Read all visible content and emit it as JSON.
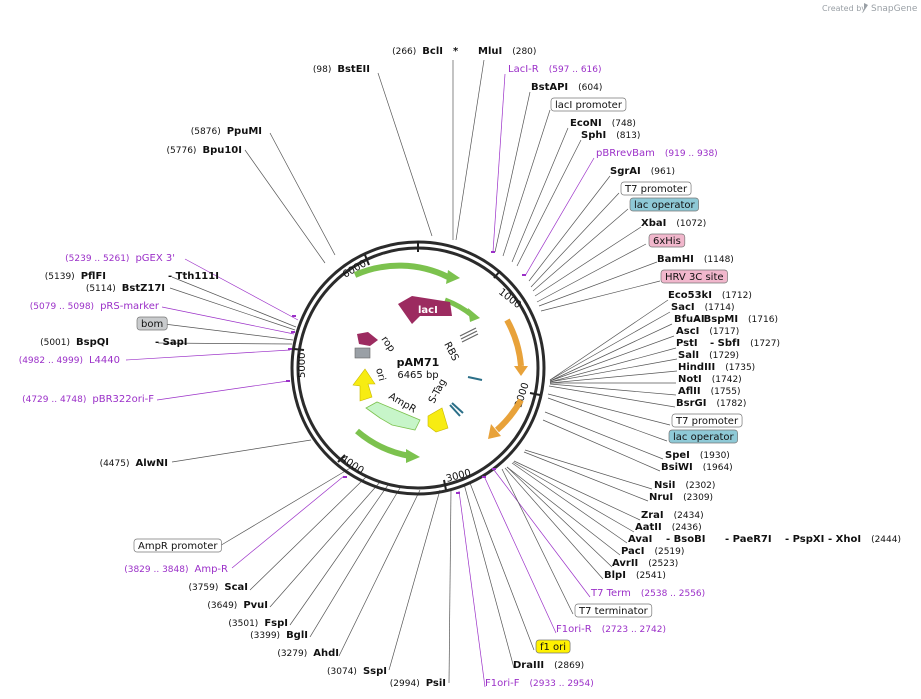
{
  "credit": {
    "prefix": "Created by",
    "brand": "SnapGene"
  },
  "plasmid": {
    "name": "pAM71",
    "length": "6465 bp"
  },
  "ticks": [
    "1000",
    "2000",
    "3000",
    "4000",
    "5000",
    "6000"
  ],
  "features": {
    "lacI": "lacI",
    "rop": "rop",
    "RBS": "RBS",
    "ori": "ori",
    "AmpR": "AmpR",
    "STag": "S-Tag"
  },
  "colors": {
    "lacI": "#9c2b60",
    "rop": "#9c2b60",
    "ampr": "#c7f5c9",
    "yellow": "#f7ec12",
    "orange": "#e8a23a",
    "green": "#7cc24e",
    "primer": "#9b30c8",
    "ori": "#fff200"
  },
  "labels_right": [
    {
      "name": "LacI-R",
      "pos": "(597 .. 616)",
      "kind": "primer"
    },
    {
      "name": "BstAPI",
      "pos": "(604)",
      "kind": "enzyme"
    },
    {
      "name": "lacI promoter",
      "pos": "",
      "kind": "box"
    },
    {
      "name": "EcoNI",
      "pos": "(748)",
      "kind": "enzyme"
    },
    {
      "name": "SphI",
      "pos": "(813)",
      "kind": "enzyme"
    },
    {
      "name": "pBRrevBam",
      "pos": "(919 .. 938)",
      "kind": "primer"
    },
    {
      "name": "SgrAI",
      "pos": "(961)",
      "kind": "enzyme"
    },
    {
      "name": "T7 promoter",
      "pos": "",
      "kind": "box"
    },
    {
      "name": "lac operator",
      "pos": "",
      "kind": "box-blue"
    },
    {
      "name": "XbaI",
      "pos": "(1072)",
      "kind": "enzyme"
    },
    {
      "name": "6xHis",
      "pos": "",
      "kind": "box-pink"
    },
    {
      "name": "BamHI",
      "pos": "(1148)",
      "kind": "enzyme"
    },
    {
      "name": "HRV 3C site",
      "pos": "",
      "kind": "box-pink"
    },
    {
      "name": "Eco53kI",
      "pos": "(1712)",
      "kind": "enzyme"
    },
    {
      "name": "SacI",
      "pos": "(1714)",
      "kind": "enzyme"
    },
    {
      "name": "BfuAI",
      "pos": "",
      "kind": "enzyme"
    },
    {
      "name": "- BspMI",
      "pos": "(1716)",
      "kind": "enzyme"
    },
    {
      "name": "AscI",
      "pos": "(1717)",
      "kind": "enzyme"
    },
    {
      "name": "PstI",
      "pos": "",
      "kind": "enzyme"
    },
    {
      "name": "- SbfI",
      "pos": "(1727)",
      "kind": "enzyme"
    },
    {
      "name": "SalI",
      "pos": "(1729)",
      "kind": "enzyme"
    },
    {
      "name": "HindIII",
      "pos": "(1735)",
      "kind": "enzyme"
    },
    {
      "name": "NotI",
      "pos": "(1742)",
      "kind": "enzyme"
    },
    {
      "name": "AflII",
      "pos": "(1755)",
      "kind": "enzyme"
    },
    {
      "name": "BsrGI",
      "pos": "(1782)",
      "kind": "enzyme"
    },
    {
      "name": "T7 promoter",
      "pos": "",
      "kind": "box"
    },
    {
      "name": "lac operator",
      "pos": "",
      "kind": "box-blue"
    },
    {
      "name": "SpeI",
      "pos": "(1930)",
      "kind": "enzyme"
    },
    {
      "name": "BsiWI",
      "pos": "(1964)",
      "kind": "enzyme"
    },
    {
      "name": "NsiI",
      "pos": "(2302)",
      "kind": "enzyme"
    },
    {
      "name": "NruI",
      "pos": "(2309)",
      "kind": "enzyme"
    },
    {
      "name": "ZraI",
      "pos": "(2434)",
      "kind": "enzyme"
    },
    {
      "name": "AatII",
      "pos": "(2436)",
      "kind": "enzyme"
    },
    {
      "name": "AvaI",
      "pos": "",
      "kind": "enzyme"
    },
    {
      "name": "- BsoBI",
      "pos": "",
      "kind": "enzyme"
    },
    {
      "name": "- PaeR7I",
      "pos": "",
      "kind": "enzyme"
    },
    {
      "name": "- PspXI",
      "pos": "",
      "kind": "enzyme"
    },
    {
      "name": "- XhoI",
      "pos": "(2444)",
      "kind": "enzyme"
    },
    {
      "name": "PacI",
      "pos": "(2519)",
      "kind": "enzyme"
    },
    {
      "name": "AvrII",
      "pos": "(2523)",
      "kind": "enzyme"
    },
    {
      "name": "BlpI",
      "pos": "(2541)",
      "kind": "enzyme"
    },
    {
      "name": "T7 Term",
      "pos": "(2538 .. 2556)",
      "kind": "primer"
    },
    {
      "name": "T7 terminator",
      "pos": "",
      "kind": "box"
    },
    {
      "name": "F1ori-R",
      "pos": "(2723 .. 2742)",
      "kind": "primer"
    },
    {
      "name": "f1 ori",
      "pos": "",
      "kind": "box-yellow"
    },
    {
      "name": "DraIII",
      "pos": "(2869)",
      "kind": "enzyme"
    },
    {
      "name": "F1ori-F",
      "pos": "(2933 .. 2954)",
      "kind": "primer"
    }
  ],
  "labels_left": [
    {
      "name": "BclI",
      "pos": "(266)",
      "kind": "enzyme"
    },
    {
      "name": "*",
      "pos": "",
      "kind": "enzyme"
    },
    {
      "name": "MluI",
      "pos": "(280)",
      "kind": "enzyme"
    },
    {
      "name": "BstEII",
      "pos": "(98)",
      "kind": "enzyme"
    },
    {
      "name": "PpuMI",
      "pos": "(5876)",
      "kind": "enzyme"
    },
    {
      "name": "Bpu10I",
      "pos": "(5776)",
      "kind": "enzyme"
    },
    {
      "name": "pGEX 3'",
      "pos": "(5239 .. 5261)",
      "kind": "primer"
    },
    {
      "name": "PflFI",
      "pos": "(5139)",
      "kind": "enzyme"
    },
    {
      "name": "- Tth111I",
      "pos": "",
      "kind": "enzyme"
    },
    {
      "name": "BstZ17I",
      "pos": "(5114)",
      "kind": "enzyme"
    },
    {
      "name": "pRS-marker",
      "pos": "(5079 .. 5098)",
      "kind": "primer"
    },
    {
      "name": "bom",
      "pos": "",
      "kind": "box-gray"
    },
    {
      "name": "BspQI",
      "pos": "(5001)",
      "kind": "enzyme"
    },
    {
      "name": "- SapI",
      "pos": "",
      "kind": "enzyme"
    },
    {
      "name": "L4440",
      "pos": "(4982 .. 4999)",
      "kind": "primer"
    },
    {
      "name": "pBR322ori-F",
      "pos": "(4729 .. 4748)",
      "kind": "primer"
    },
    {
      "name": "AlwNI",
      "pos": "(4475)",
      "kind": "enzyme"
    },
    {
      "name": "AmpR promoter",
      "pos": "",
      "kind": "box"
    },
    {
      "name": "Amp-R",
      "pos": "(3829 .. 3848)",
      "kind": "primer"
    },
    {
      "name": "ScaI",
      "pos": "(3759)",
      "kind": "enzyme"
    },
    {
      "name": "PvuI",
      "pos": "(3649)",
      "kind": "enzyme"
    },
    {
      "name": "FspI",
      "pos": "(3501)",
      "kind": "enzyme"
    },
    {
      "name": "BglI",
      "pos": "(3399)",
      "kind": "enzyme"
    },
    {
      "name": "AhdI",
      "pos": "(3279)",
      "kind": "enzyme"
    },
    {
      "name": "SspI",
      "pos": "(3074)",
      "kind": "enzyme"
    },
    {
      "name": "PsiI",
      "pos": "(2994)",
      "kind": "enzyme"
    }
  ]
}
